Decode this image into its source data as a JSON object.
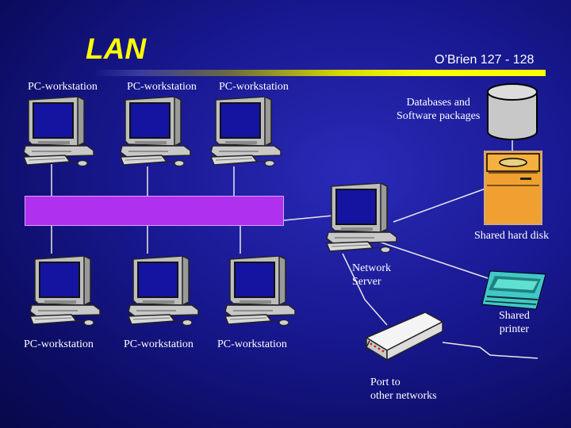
{
  "slide": {
    "title": "LAN",
    "reference": "O’Brien 127 - 128",
    "colors": {
      "background": "#1a1a9a",
      "title": "#ffff00",
      "hub": "#b030f0",
      "screen": "#1414a0",
      "disk": "#e08020"
    }
  },
  "workstation_label": "PC-workstation",
  "labels": {
    "databases": "Databases and\nSoftware packages",
    "shared_disk": "Shared hard disk",
    "network_server": "Network\nServer",
    "shared_printer": "Shared\nprinter",
    "port": "Port to\nother networks"
  },
  "icons": [
    "computer-icon",
    "database-cylinder-icon",
    "hard-disk-icon",
    "printer-icon",
    "router-icon"
  ]
}
